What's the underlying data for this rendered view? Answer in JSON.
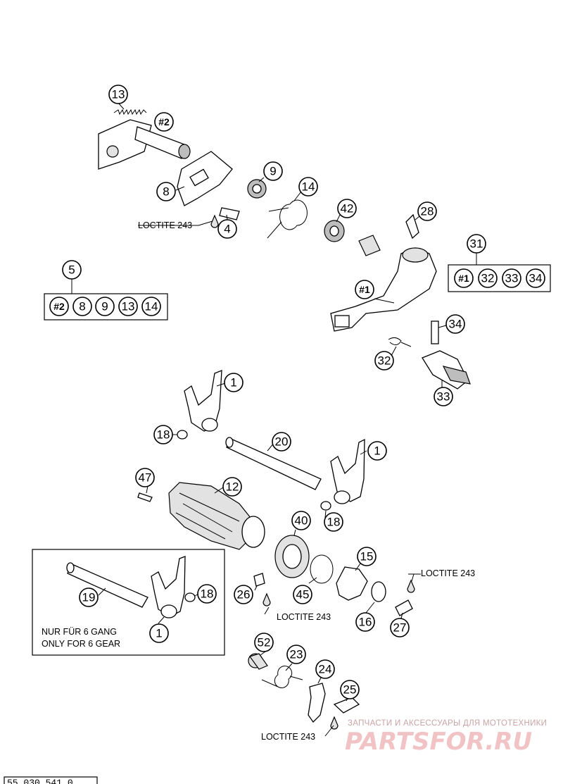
{
  "callouts": {
    "c13": "13",
    "c2a": "#2",
    "c9": "9",
    "c8": "8",
    "c14": "14",
    "c42": "42",
    "c4": "4",
    "c28": "28",
    "c5": "5",
    "c31": "31",
    "c1a": "#1",
    "c34": "34",
    "c32": "32",
    "c33": "33",
    "c1": "1",
    "c18": "18",
    "c20": "20",
    "c47": "47",
    "c12": "12",
    "c40": "40",
    "c15": "15",
    "c45": "45",
    "c16": "16",
    "c26": "26",
    "c27": "27",
    "c19": "19",
    "c52": "52",
    "c23": "23",
    "c24": "24",
    "c25": "25"
  },
  "group5": [
    "#2",
    "8",
    "9",
    "13",
    "14"
  ],
  "group31": [
    "#1",
    "32",
    "33",
    "34"
  ],
  "notes": {
    "loctite": "LOCTITE 243",
    "gang_de": "NUR FÜR 6 GANG",
    "gang_en": "ONLY FOR 6 GEAR"
  },
  "watermark": {
    "caption": "ЗАПЧАСТИ И АКСЕССУАРЫ ДЛЯ МОТОТЕХНИКИ",
    "logo": "PARTSFOR.RU"
  },
  "bottom_code": "55 030 541 0"
}
